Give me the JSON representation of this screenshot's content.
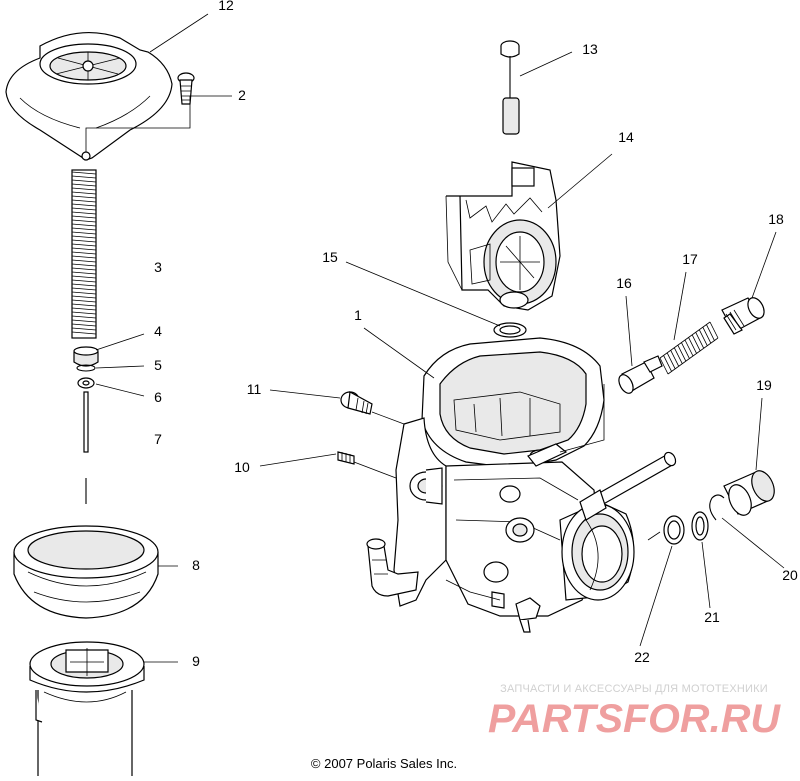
{
  "callouts": [
    "1",
    "2",
    "3",
    "4",
    "5",
    "6",
    "7",
    "8",
    "9",
    "10",
    "11",
    "12",
    "13",
    "14",
    "15",
    "16",
    "17",
    "18",
    "19",
    "20",
    "21",
    "22"
  ],
  "footer": {
    "copyright": "© 2007 Polaris Sales Inc."
  },
  "watermark": {
    "subtitle": "ЗАПЧАСТИ И АКСЕССУАРЫ ДЛЯ МОТОТЕХНИКИ",
    "logo": "PARTSFOR.RU"
  }
}
